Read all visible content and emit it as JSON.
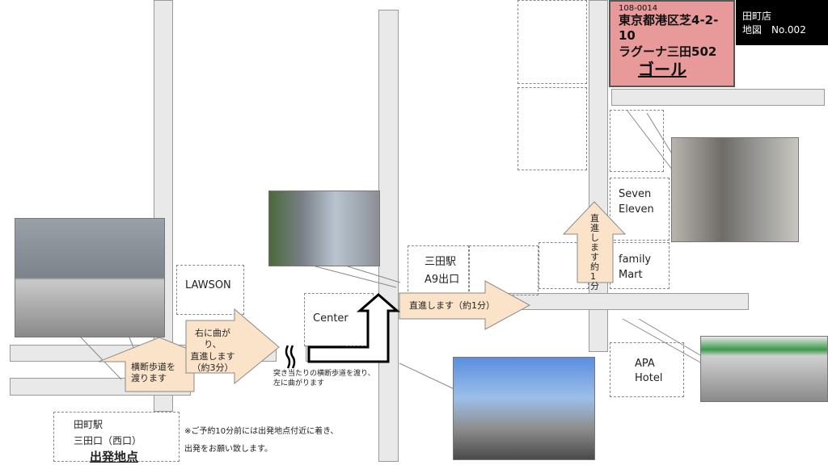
{
  "goal_box": {
    "postal": "108-0014",
    "address_line1": "東京都港区芝4-2-",
    "address_line2": "10",
    "building": "ラグーナ三田502",
    "goal_label": "ゴール"
  },
  "header": {
    "store": "田町店",
    "map_label": "地図　No.002"
  },
  "landmarks": {
    "lawson": "LAWSON",
    "center": "Center",
    "mita_station_1": "三田駅",
    "mita_station_2": "A9出口",
    "seven_1": "Seven",
    "seven_2": "Eleven",
    "family_1": "family",
    "family_2": "Mart",
    "apa_1": "APA",
    "apa_2": "Hotel"
  },
  "start": {
    "line1": "田町駅",
    "line2": "三田口（西口）",
    "label": "出発地点"
  },
  "note": {
    "line1": "※ご予約10分前には出発地点付近に着き、",
    "line2": "出発をお願い致します。"
  },
  "arrows": {
    "crosswalk_1": "横断歩道を",
    "crosswalk_2": "渡ります",
    "turn_right_1": "右に曲がり、",
    "turn_right_2": "直進します",
    "turn_right_3": "（約3分）",
    "straight_1min": "直進します（約1分）",
    "vertical": "直進します約1分"
  },
  "instruction": {
    "line1": "突き当たりの横断歩道を渡り、",
    "line2": "左に曲がります"
  },
  "colors": {
    "goal_bg": "#e8999a",
    "arrow_fill": "#fbe3c9",
    "road": "#e9e9e9"
  }
}
